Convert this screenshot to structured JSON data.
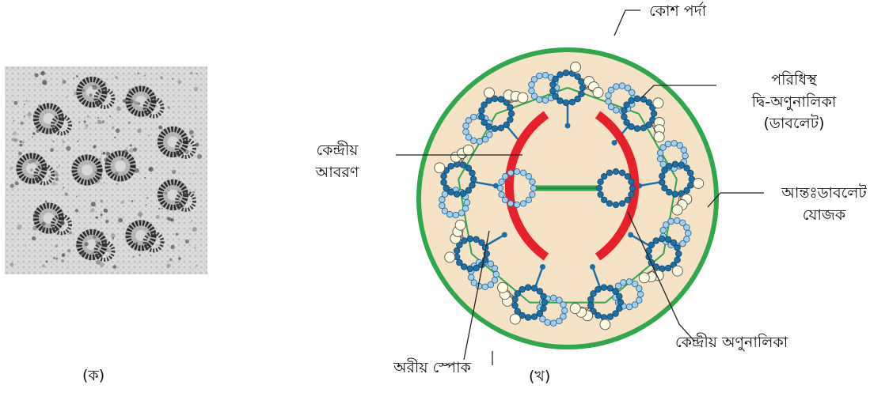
{
  "figure": {
    "panel_a_caption": "(ক)",
    "panel_b_caption": "(খ)"
  },
  "labels": {
    "cell_membrane": "কোশ পর্দা",
    "peripheral_doublet_line1": "পরিধিস্থ",
    "peripheral_doublet_line2": "দ্বি-অণুনালিকা",
    "peripheral_doublet_line3": "(ডাবলেট)",
    "central_sheath_line1": "কেন্দ্রীয়",
    "central_sheath_line2": "আবরণ",
    "interdoublet_link_line1": "আন্তঃডাবলেট",
    "interdoublet_link_line2": "যোজক",
    "central_microtubule": "কেন্দ্রীয় অণুনালিকা",
    "radial_spoke": "অরীয় স্পোক"
  },
  "colors": {
    "membrane": "#2ea84a",
    "cytoplasm": "#f6e3c6",
    "microtubule": "#1d6fa5",
    "microtubule_fill": "#a9cde6",
    "central_sheath": "#e8202a",
    "dynein_arm": "#fffbe0",
    "bridge": "#2ea84a"
  }
}
